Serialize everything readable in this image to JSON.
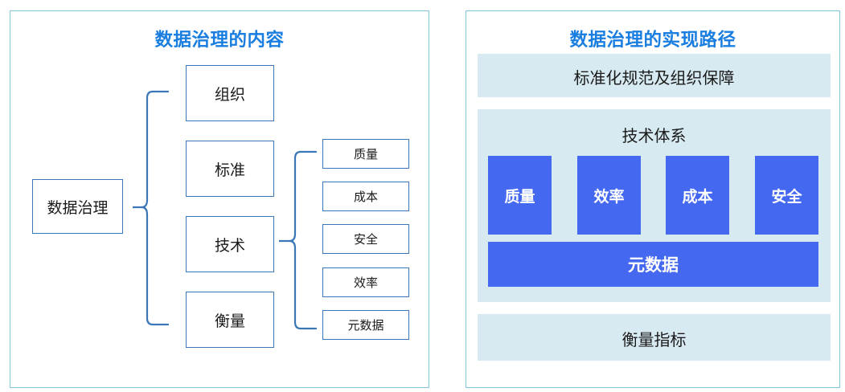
{
  "colors": {
    "panel_border": "#86c6dd",
    "title_blue": "#1a7ee0",
    "box_border": "#3a76b8",
    "band_fill": "#d7eaf1",
    "accent_blue": "#4568f0",
    "text_dark": "#1a1a1a",
    "text_light": "#ffffff"
  },
  "left_panel": {
    "title": "数据治理的内容",
    "root": {
      "label": "数据治理"
    },
    "branches": [
      {
        "label": "组织"
      },
      {
        "label": "标准"
      },
      {
        "label": "技术"
      },
      {
        "label": "衡量"
      }
    ],
    "tech_leaves": [
      {
        "label": "质量"
      },
      {
        "label": "成本"
      },
      {
        "label": "安全"
      },
      {
        "label": "效率"
      },
      {
        "label": "元数据"
      }
    ]
  },
  "right_panel": {
    "title": "数据治理的实现路径",
    "bands": [
      {
        "label": "标准化规范及组织保障"
      },
      {
        "label": "技术体系"
      },
      {
        "label": "衡量指标"
      }
    ],
    "tech_pillars": [
      {
        "label": "质量"
      },
      {
        "label": "效率"
      },
      {
        "label": "成本"
      },
      {
        "label": "安全"
      }
    ],
    "foundation": {
      "label": "元数据"
    }
  }
}
